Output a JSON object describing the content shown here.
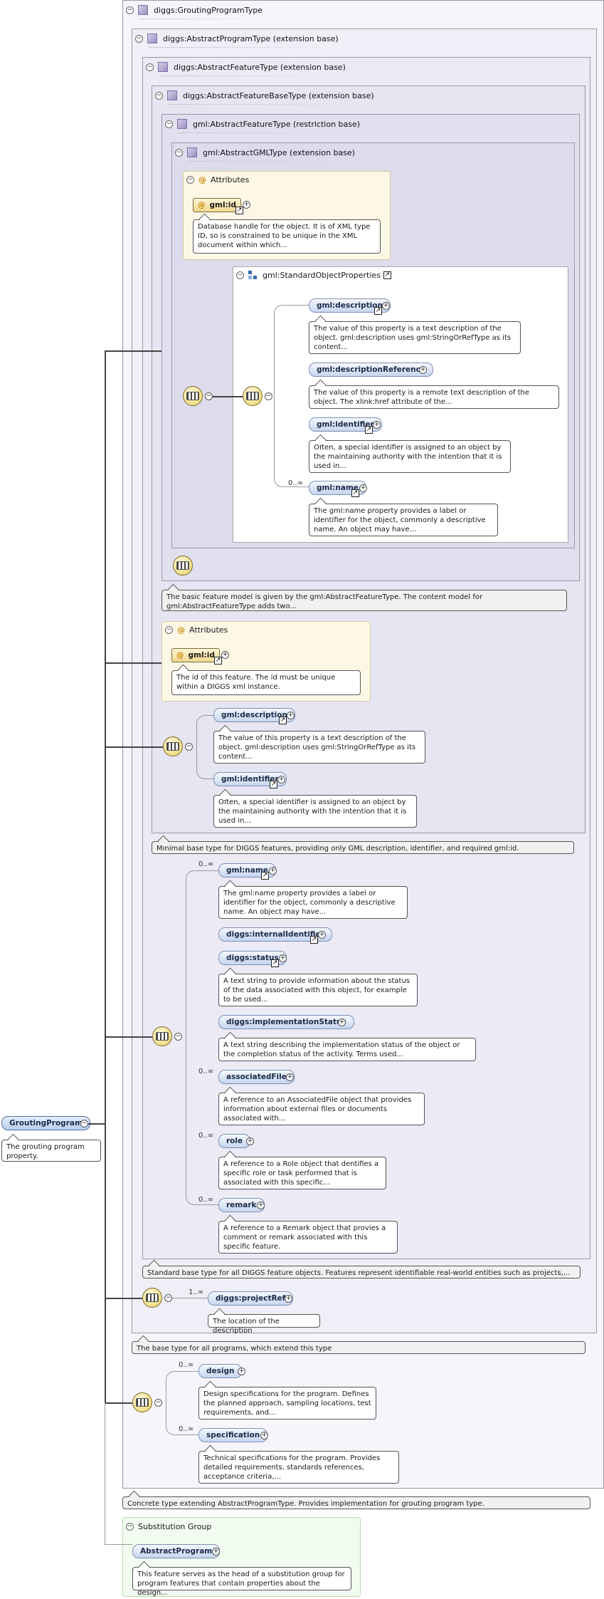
{
  "root_element": {
    "name": "GroutingProgram",
    "doc": "The grouting program property."
  },
  "types": {
    "grouting_program_type": "diggs:GroutingProgramType",
    "abstract_program_type": "diggs:AbstractProgramType (extension base)",
    "abstract_feature_type": "diggs:AbstractFeatureType (extension base)",
    "abstract_feature_base_type": "diggs:AbstractFeatureBaseType (extension base)",
    "gml_abstract_feature_type": "gml:AbstractFeatureType (restriction base)",
    "gml_abstract_gml_type": "gml:AbstractGMLType (extension base)"
  },
  "attributes_label": "Attributes",
  "gml_type": {
    "attr_name": "gml:id",
    "attr_doc": "Database handle for the object. It is of XML type ID, so is constrained to be unique in the XML document within which...",
    "sop_name": "gml:StandardObjectProperties",
    "sop_items": [
      {
        "name": "gml:description",
        "card": "",
        "doc": "The value of this property is a text description of the object. gml:description uses gml:StringOrRefType as its content..."
      },
      {
        "name": "gml:descriptionReference",
        "card": "",
        "doc": "The value of this property is a remote text description of the object. The xlink:href attribute of the..."
      },
      {
        "name": "gml:identifier",
        "card": "",
        "doc": "Often, a special identifier is assigned to an object by the maintaining authority with the intention that it is used in..."
      },
      {
        "name": "gml:name",
        "card": "0..∞",
        "doc": "The gml:name property provides a label or identifier for the object, commonly a descriptive name. An object may have..."
      }
    ]
  },
  "gml_feature_doc": "The basic feature model is given by the gml:AbstractFeatureType. The content model for gml:AbstractFeatureType adds two...",
  "base_type": {
    "attr_name": "gml:id",
    "attr_doc": "The id of this feature. The id must be unique within a DIGGS xml instance.",
    "items": [
      {
        "name": "gml:description",
        "doc": "The value of this property is a text description of the object. gml:description uses gml:StringOrRefType as its content..."
      },
      {
        "name": "gml:identifier",
        "doc": "Often, a special identifier is assigned to an object by the maintaining authority with the intention that it is used in..."
      }
    ],
    "doc": "Minimal base type for DIGGS features, providing only GML description, identifier, and required gml:id."
  },
  "feature_type": {
    "items": [
      {
        "name": "gml:name",
        "card": "0..∞",
        "doc": "The gml:name property provides a label or identifier for the object, commonly a descriptive name. An object may have..."
      },
      {
        "name": "diggs:internalIdentifier",
        "card": "",
        "doc": ""
      },
      {
        "name": "diggs:status",
        "card": "",
        "doc": "A text string to provide information about the status of the data associated with this object, for example to be used..."
      },
      {
        "name": "diggs:implementationStatus",
        "card": "",
        "doc": "A text string describing the implementation status of the object or the completion status of the activity. Terms used..."
      },
      {
        "name": "associatedFile",
        "card": "0..∞",
        "doc": "A reference to an AssociatedFile object that provides information about external files or documents associated with..."
      },
      {
        "name": "role",
        "card": "0..∞",
        "doc": "A reference to a Role object that dentifies a specific role or task performed that is associated with this specific..."
      },
      {
        "name": "remark",
        "card": "0..∞",
        "doc": "A reference to a Remark object that provies a comment or remark associated with this specific feature."
      }
    ],
    "doc": "Standard base type for all DIGGS feature objects. Features represent identifiable real-world entities such as projects,..."
  },
  "program_type": {
    "item": {
      "name": "diggs:projectRef",
      "card": "1..∞",
      "doc": "The location of the description"
    },
    "doc": "The base type for all programs, which extend this type"
  },
  "grouting_items": [
    {
      "name": "design",
      "card": "0..∞",
      "doc": "Design specifications for the program. Defines the planned approach, sampling locations, test requirements, and..."
    },
    {
      "name": "specification",
      "card": "0..∞",
      "doc": "Technical specifications for the program. Provides detailed requirements, standards references, acceptance criteria,..."
    }
  ],
  "grouting_doc": "Concrete type extending AbstractProgramType. Provides implementation for grouting program type.",
  "substitution": {
    "label": "Substitution Group",
    "name": "AbstractProgram",
    "doc": "This feature serves as the head of a substitution group for program features that contain properties about the design..."
  },
  "glyphs": {
    "toggle": "−",
    "plus": "+",
    "link": "↗",
    "at": "@"
  },
  "colors": {
    "type_box": "#ebeaf5",
    "attr_box": "#fdf8e6",
    "element_pill": "#c6d6f0",
    "substitution_box": "#f1fbef"
  }
}
